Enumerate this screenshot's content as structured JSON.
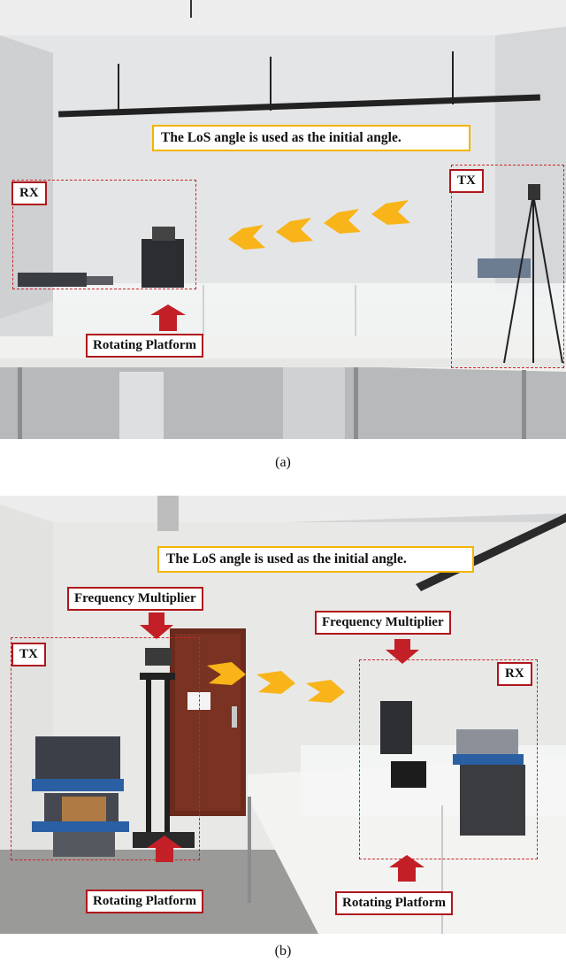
{
  "panel_a": {
    "caption": "(a)",
    "banner": "The LoS angle is used as the initial angle.",
    "rx_label": "RX",
    "tx_label": "TX",
    "platform_label": "Rotating Platform"
  },
  "panel_b": {
    "caption": "(b)",
    "banner": "The LoS angle is used as the initial angle.",
    "tx_label": "TX",
    "rx_label": "RX",
    "multiplier_left": "Frequency Multiplier",
    "multiplier_right": "Frequency Multiplier",
    "platform_left": "Rotating Platform",
    "platform_right": "Rotating Platform"
  },
  "colors": {
    "label_border": "#b0171d",
    "banner_border": "#f4b400",
    "arrow_yellow": "#f8b418",
    "arrow_red": "#c21f26",
    "dash": "#c8262a"
  }
}
